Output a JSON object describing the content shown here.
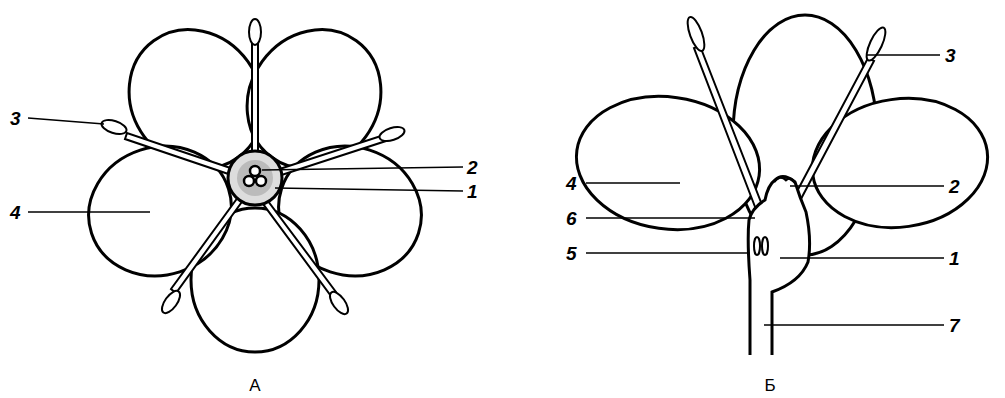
{
  "diagram": {
    "labels": [
      "3",
      "2",
      "1",
      "4",
      "А",
      "3",
      "4",
      "2",
      "6",
      "5",
      "1",
      "7",
      "Б"
    ]
  }
}
